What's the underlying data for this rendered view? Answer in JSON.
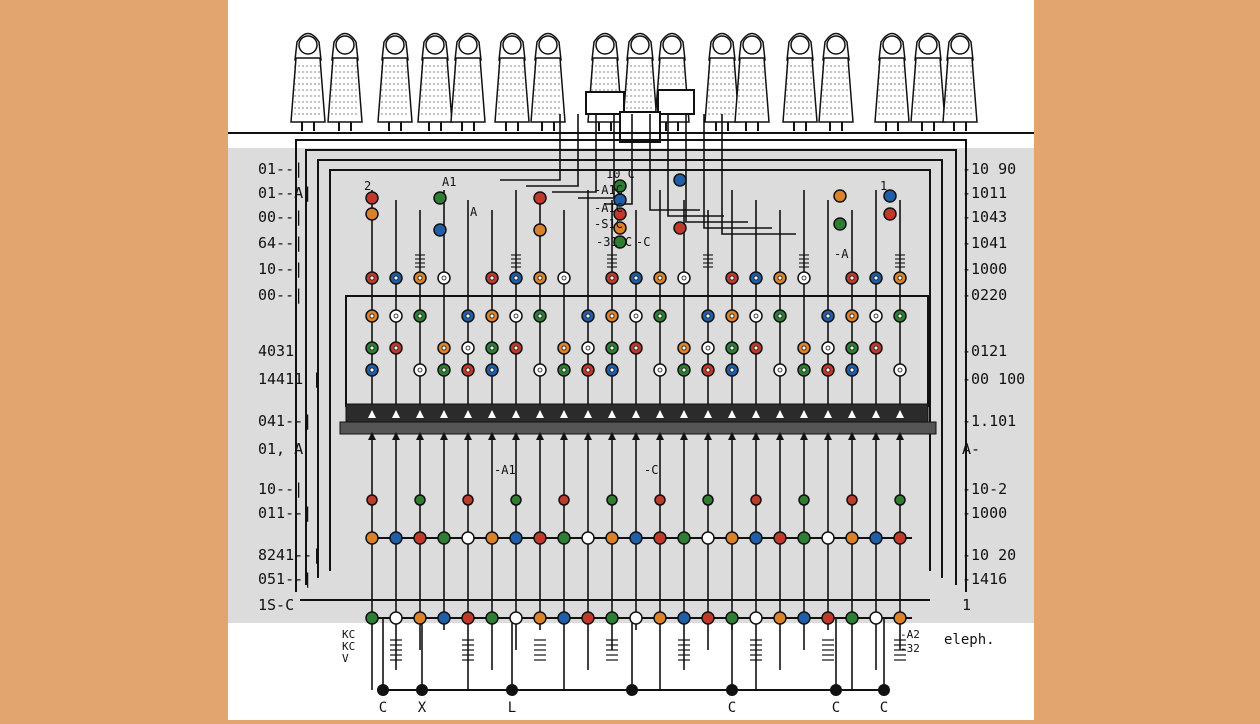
{
  "colors": {
    "side_band": "#e3a570",
    "paper": "#ffffff",
    "shade": "#dcdcdc",
    "ink": "#111111",
    "node_red": "#c0392b",
    "node_orange": "#d9822b",
    "node_green": "#2e7d32",
    "node_blue": "#1f5fa8"
  },
  "left_labels": [
    "01--|",
    "01--A|",
    "00--|",
    "64--|",
    "10--|",
    "00--|",
    "4031",
    "14411 |",
    "041--|",
    "01, A",
    "10--|",
    "011--|",
    "8241--|",
    "051--|",
    "1S-C"
  ],
  "right_labels": [
    "-10 90",
    "-1011",
    "-1043",
    "-1041",
    "-1000",
    "-0220",
    "-0121",
    "-00 100",
    "-1.101",
    "A-",
    "-10-2",
    "-1000",
    "-10 20",
    "-1416",
    "1"
  ],
  "bottom_labels": [
    "C",
    "X",
    "L",
    "C",
    "C",
    "C"
  ],
  "bottom_left_notes": [
    "KC",
    "KC",
    "V"
  ],
  "bottom_right_notes": [
    "-A2",
    "-32",
    "eleph."
  ],
  "center_tags": [
    "A1",
    "10 C",
    "-A1C",
    "-A1C",
    "-S1C",
    "-31 C",
    "-C",
    "-A1",
    "-C",
    "2",
    "1",
    "A",
    "-A"
  ],
  "icons": [
    "figure-icon",
    "terminal-icon",
    "switch-icon",
    "resistor-icon"
  ]
}
